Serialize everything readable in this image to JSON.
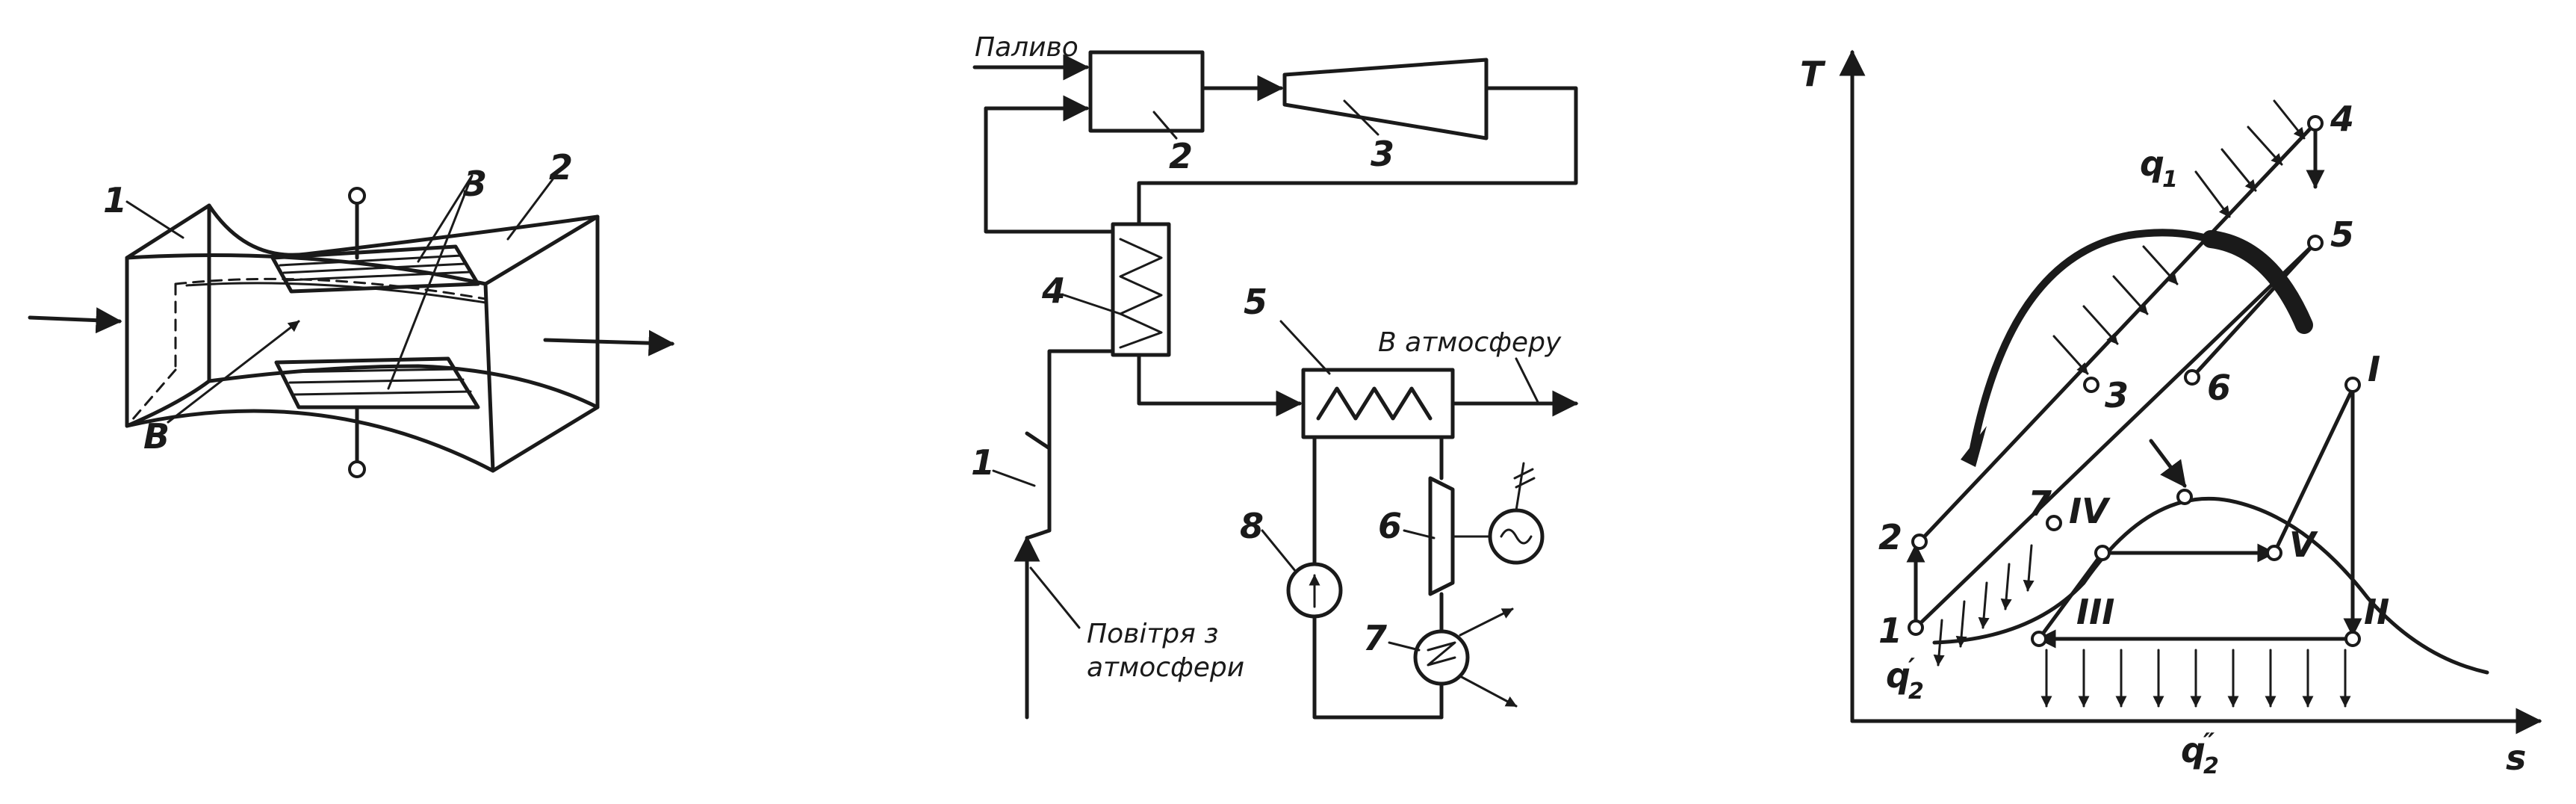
{
  "fig1": {
    "labels": [
      "1",
      "2",
      "3",
      "B"
    ]
  },
  "fig2": {
    "fuel_label": "Паливо",
    "exhaust_label": "В атмосферу",
    "air_label_line1": "Повітря з",
    "air_label_line2": "атмосфери",
    "numbers": [
      "1",
      "2",
      "3",
      "4",
      "5",
      "6",
      "7",
      "8"
    ]
  },
  "fig3": {
    "axis_y": "T",
    "axis_x": "s",
    "heat_in": "q",
    "heat_in_sub": "1",
    "heat_out_prime": "q",
    "heat_out_prime_sub": "2",
    "heat_out_prime_mark": "′",
    "heat_out_double": "q",
    "heat_out_double_sub": "2",
    "heat_out_double_mark": "″",
    "gas_points": [
      "1",
      "2",
      "3",
      "4",
      "5",
      "6",
      "7"
    ],
    "steam_points": [
      "I",
      "II",
      "III",
      "IV",
      "V"
    ]
  },
  "colors": {
    "ink": "#1a1a1a",
    "paper": "#ffffff"
  }
}
